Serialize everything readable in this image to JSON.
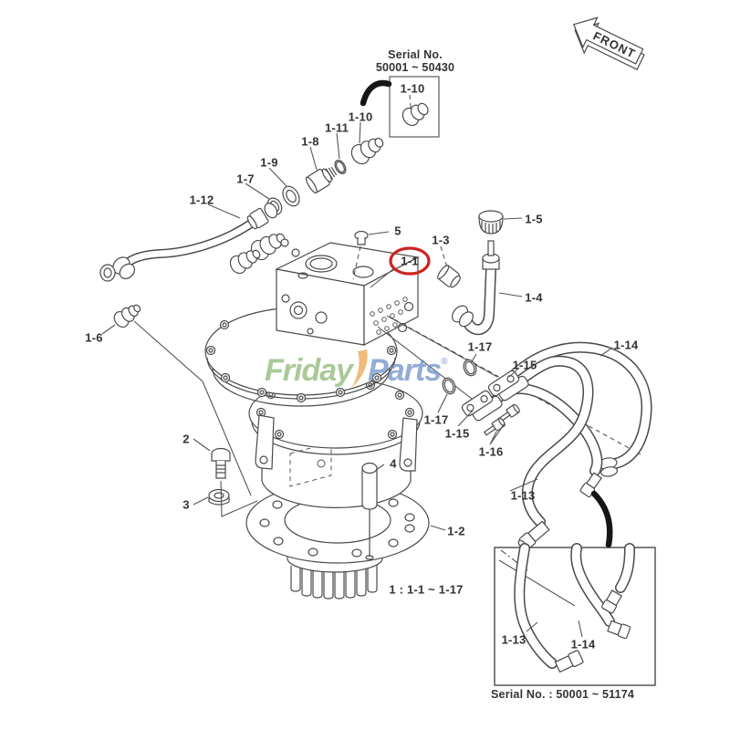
{
  "front_arrow": {
    "label": "FRONT"
  },
  "top_inset": {
    "serial_title": "Serial No.",
    "serial_range": "50001 ~ 50430",
    "part_label": "1-10"
  },
  "watermark": {
    "word1": "Friday",
    "word2": "Parts",
    "reg": "®"
  },
  "labels": {
    "chain_1_10": "1-10",
    "chain_1_11": "1-11",
    "chain_1_8": "1-8",
    "chain_1_9": "1-9",
    "chain_1_7": "1-7",
    "chain_1_12": "1-12",
    "part_1_6": "1-6",
    "part_5": "5",
    "part_1_1": "1-1",
    "part_1_3": "1-3",
    "part_1_5": "1-5",
    "part_1_4": "1-4",
    "part_1_17_a": "1-17",
    "part_1_15_a": "1-15",
    "part_1_17_b": "1-17",
    "part_1_15_b": "1-15",
    "part_1_16": "1-16",
    "part_1_14": "1-14",
    "part_1_13": "1-13",
    "part_2": "2",
    "part_3": "3",
    "part_4": "4",
    "part_1_2": "1-2",
    "ratio_note": "1 : 1-1 ~ 1-17"
  },
  "bottom_inset": {
    "part_1_13": "1-13",
    "part_1_14": "1-14",
    "serial": "Serial No. : 50001 ~ 51174"
  },
  "colors": {
    "line": "#4a4a4a",
    "label_text": "#333333",
    "highlight_ellipse": "#cc2420",
    "watermark_green": "#7fae63",
    "watermark_blue": "#5b82c3",
    "watermark_orange": "#e89b3a"
  }
}
